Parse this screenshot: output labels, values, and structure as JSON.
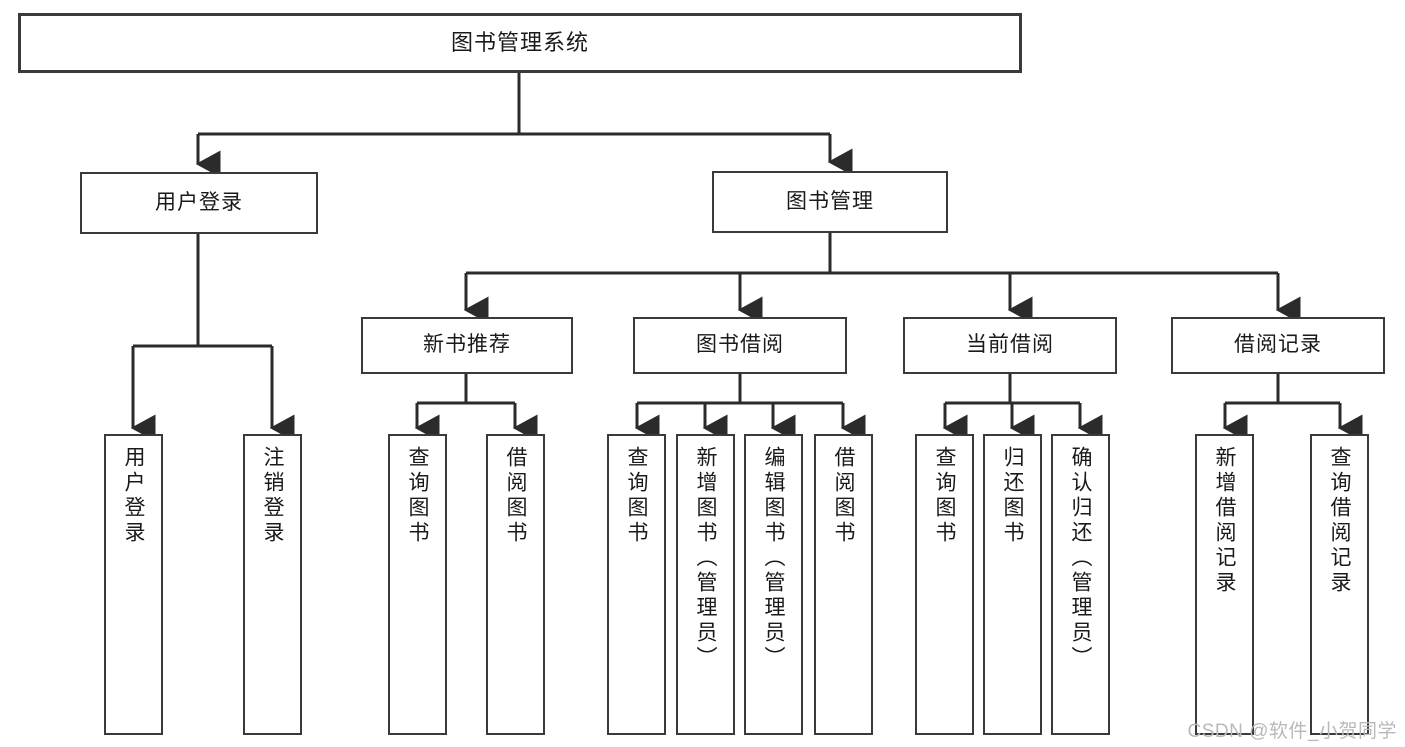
{
  "diagram": {
    "title": "图书管理系统",
    "type": "hierarchy-tree",
    "orientation": "top-down",
    "levels": 3,
    "colors": {
      "box_border": "#3a3a3a",
      "box_fill": "#ffffff",
      "connector": "#2b2b2b",
      "text": "#1a1a1a",
      "watermark": "#b9b9b9",
      "background": "#ffffff"
    }
  },
  "root": {
    "label": "图书管理系统"
  },
  "level2": [
    {
      "id": "user-login",
      "label": "用户登录"
    },
    {
      "id": "book-manage",
      "label": "图书管理"
    }
  ],
  "level3": [
    {
      "id": "new-book-recommend",
      "label": "新书推荐",
      "parent": "book-manage"
    },
    {
      "id": "book-borrow",
      "label": "图书借阅",
      "parent": "book-manage"
    },
    {
      "id": "current-borrow",
      "label": "当前借阅",
      "parent": "book-manage"
    },
    {
      "id": "borrow-record",
      "label": "借阅记录",
      "parent": "book-manage"
    }
  ],
  "leaves": {
    "user-login": [
      {
        "id": "leaf-user-login",
        "label": "用户登录"
      },
      {
        "id": "leaf-user-logout",
        "label": "注销登录"
      }
    ],
    "new-book-recommend": [
      {
        "id": "leaf-query-book-1",
        "label": "查询图书"
      },
      {
        "id": "leaf-borrow-book-1",
        "label": "借阅图书"
      }
    ],
    "book-borrow": [
      {
        "id": "leaf-query-book-2",
        "label": "查询图书"
      },
      {
        "id": "leaf-add-book",
        "label": "新增图书（管理员）"
      },
      {
        "id": "leaf-edit-book",
        "label": "编辑图书（管理员）"
      },
      {
        "id": "leaf-borrow-book-2",
        "label": "借阅图书"
      }
    ],
    "current-borrow": [
      {
        "id": "leaf-query-book-3",
        "label": "查询图书"
      },
      {
        "id": "leaf-return-book",
        "label": "归还图书"
      },
      {
        "id": "leaf-confirm-return",
        "label": "确认归还（管理员）"
      }
    ],
    "borrow-record": [
      {
        "id": "leaf-add-record",
        "label": "新增借阅记录"
      },
      {
        "id": "leaf-query-record",
        "label": "查询借阅记录"
      }
    ]
  },
  "watermark": {
    "text": "CSDN @软件_小贺同学"
  }
}
